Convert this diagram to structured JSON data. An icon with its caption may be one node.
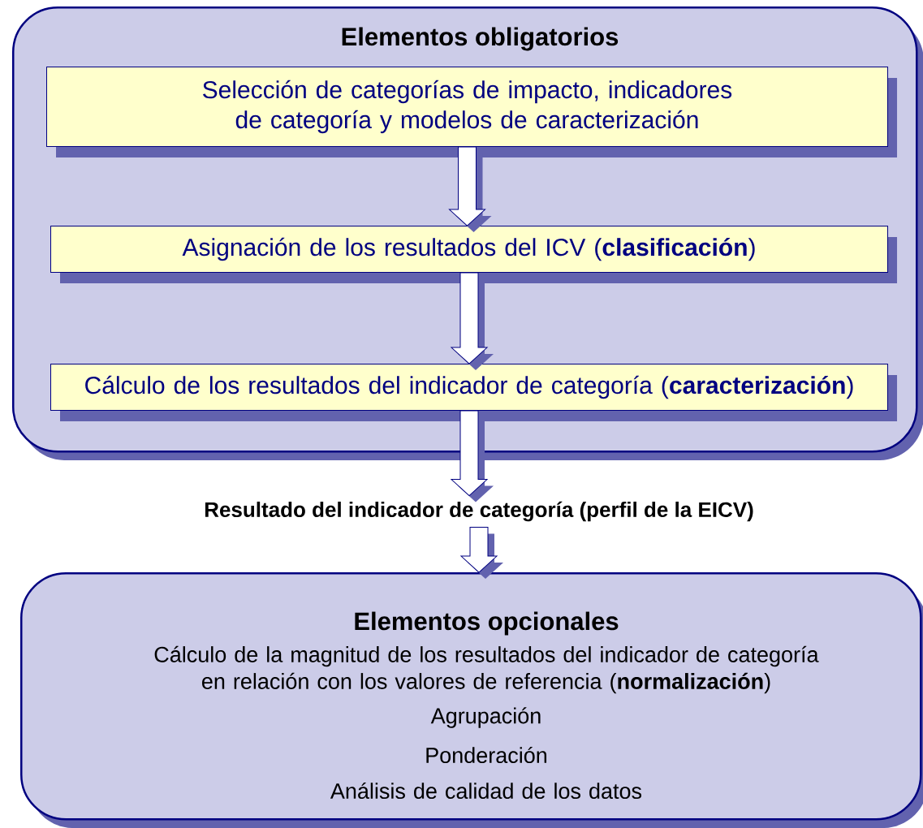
{
  "diagram": {
    "nodes": [
      {
        "text": [
          "Elementos obligatorios"
        ]
      },
      {
        "text": [
          "Selección de categorías de impacto, indicadores de categoría y modelos de caracterización"
        ],
        "in": 0
      },
      {
        "text": [
          "Asignación de los resultados del ICV (**clasificación**)"
        ],
        "in": 0
      },
      {
        "text": [
          "Cálculo de los resultados del indicador de categoría (**caracterización**)"
        ],
        "in": 0
      },
      {
        "text": [
          "Resultado del indicador de categoría (perfil de la EICV)"
        ]
      },
      {
        "text": [
          "Elementos opcionales",
          "Cálculo de la magnitud de los resultados del indicador de categoría en relación con los valores de referencia (**normalización**)",
          "Agrupación",
          "Ponderación",
          "Análisis de calidad de los datos"
        ]
      }
    ],
    "edges": [
      {
        "from": 1,
        "to": 2,
        "arrow": "to"
      },
      {
        "from": 2,
        "to": 3,
        "arrow": "to"
      },
      {
        "from": 3,
        "to": 4,
        "arrow": "to"
      },
      {
        "from": 4,
        "to": 5,
        "arrow": "to"
      }
    ]
  }
}
